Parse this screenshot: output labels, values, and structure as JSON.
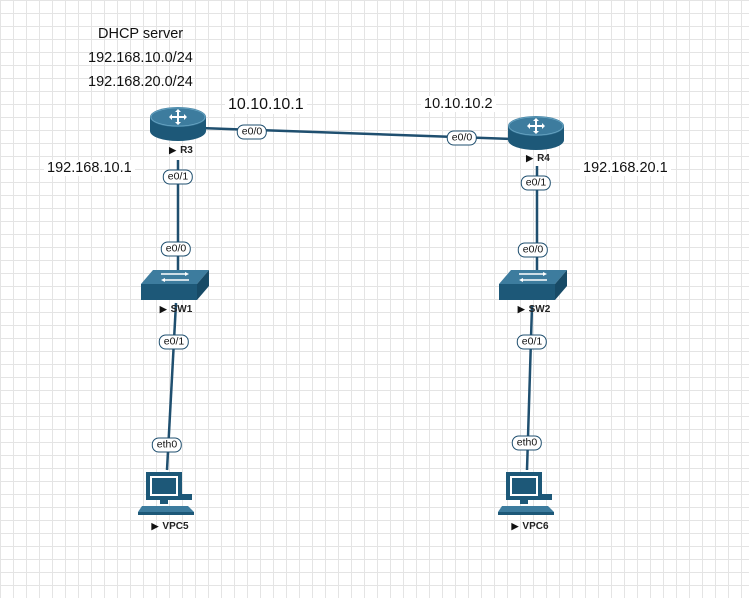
{
  "annotations": {
    "dhcp_title": "DHCP server",
    "dhcp_pool_1": "192.168.10.0/24",
    "dhcp_pool_2": "192.168.20.0/24",
    "r3_wan_ip": "10.10.10.1",
    "r4_wan_ip": "10.10.10.2",
    "r3_lan_ip": "192.168.10.1",
    "r4_lan_ip": "192.168.20.1"
  },
  "nodes": {
    "r3": {
      "label": "R3",
      "type": "router"
    },
    "r4": {
      "label": "R4",
      "type": "router"
    },
    "sw1": {
      "label": "SW1",
      "type": "switch"
    },
    "sw2": {
      "label": "SW2",
      "type": "switch"
    },
    "vpc5": {
      "label": "VPC5",
      "type": "pc"
    },
    "vpc6": {
      "label": "VPC6",
      "type": "pc"
    }
  },
  "links": [
    {
      "from": "R3",
      "from_if": "e0/0",
      "to": "R4",
      "to_if": "e0/0"
    },
    {
      "from": "R3",
      "from_if": "e0/1",
      "to": "SW1",
      "to_if": "e0/0"
    },
    {
      "from": "R4",
      "from_if": "e0/1",
      "to": "SW2",
      "to_if": "e0/0"
    },
    {
      "from": "SW1",
      "from_if": "e0/1",
      "to": "VPC5",
      "to_if": "eth0"
    },
    {
      "from": "SW2",
      "from_if": "e0/1",
      "to": "VPC6",
      "to_if": "eth0"
    }
  ],
  "colors": {
    "link": "#1f4f6f",
    "device_dark": "#1d5878",
    "device_mid": "#3d7c9e",
    "device_light": "#6aa6c4"
  },
  "icon_names": {
    "router": "router-icon",
    "switch": "switch-icon",
    "pc": "pc-icon",
    "label_arrow": "play-arrow-icon"
  }
}
